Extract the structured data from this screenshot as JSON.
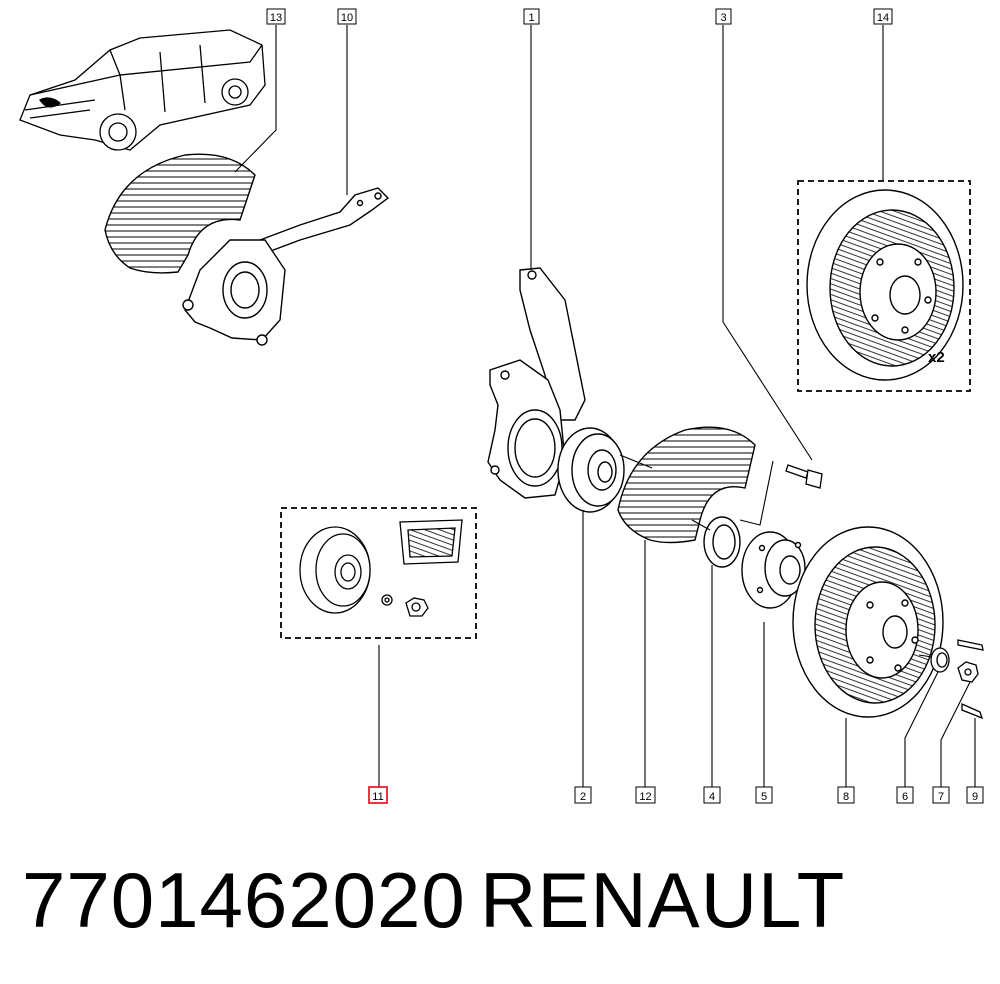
{
  "callouts": {
    "c1": "1",
    "c2": "2",
    "c3": "3",
    "c4": "4",
    "c5": "5",
    "c6": "6",
    "c7": "7",
    "c8": "8",
    "c9": "9",
    "c10": "10",
    "c11": "11",
    "c12": "12",
    "c13": "13",
    "c14": "14"
  },
  "highlight_color": "#e0242b",
  "disc_quantity": "x2",
  "footer": {
    "part_number": "7701462020",
    "brand": "RENAULT"
  }
}
